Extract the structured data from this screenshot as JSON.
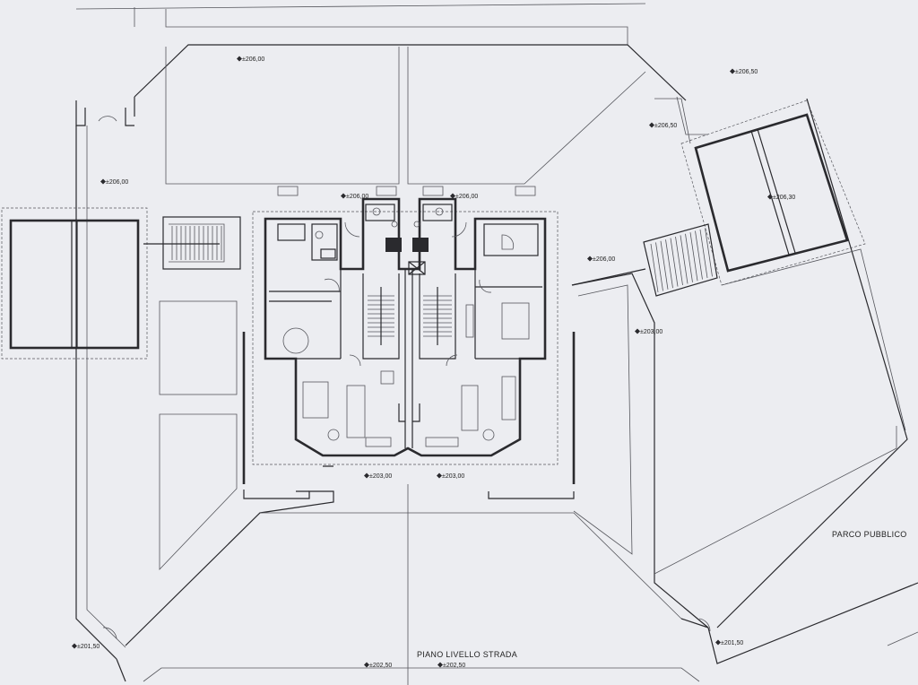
{
  "title": "PIANO LIVELLO STRADA",
  "park_label": "PARCO PUBBLICO",
  "elevations": [
    {
      "id": "e1",
      "text": "±206,00"
    },
    {
      "id": "e2",
      "text": "±206,50"
    },
    {
      "id": "e3",
      "text": "±206,50"
    },
    {
      "id": "e4",
      "text": "±206,00"
    },
    {
      "id": "e5",
      "text": "±206,00"
    },
    {
      "id": "e6",
      "text": "±206,00"
    },
    {
      "id": "e7",
      "text": "±206,30"
    },
    {
      "id": "e8",
      "text": "±206,00"
    },
    {
      "id": "e9",
      "text": "±203,00"
    },
    {
      "id": "e10",
      "text": "±203,00"
    },
    {
      "id": "e11",
      "text": "±203,00"
    },
    {
      "id": "e12",
      "text": "±201,50"
    },
    {
      "id": "e13",
      "text": "±201,50"
    },
    {
      "id": "e14",
      "text": "±202,50"
    },
    {
      "id": "e15",
      "text": "±202,50"
    }
  ],
  "colors": {
    "ink": "#2a2a2e",
    "paper": "#ecedf1"
  }
}
